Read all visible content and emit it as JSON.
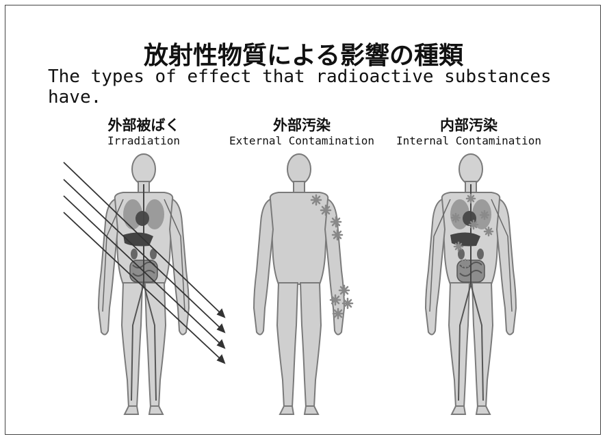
{
  "title": {
    "ja": "放射性物質による影響の種類",
    "en": "The types of effect that radioactive substances have."
  },
  "panels": [
    {
      "ja": "外部被ばく",
      "en": "Irradiation"
    },
    {
      "ja": "外部汚染",
      "en": "External Contamination"
    },
    {
      "ja": "内部汚染",
      "en": "Internal Contamination"
    }
  ],
  "colors": {
    "body": "#cfcfcf",
    "outline": "#7a7a7a",
    "organ_dark": "#555555",
    "particle": "#8a8a8a",
    "ray": "#333333"
  }
}
